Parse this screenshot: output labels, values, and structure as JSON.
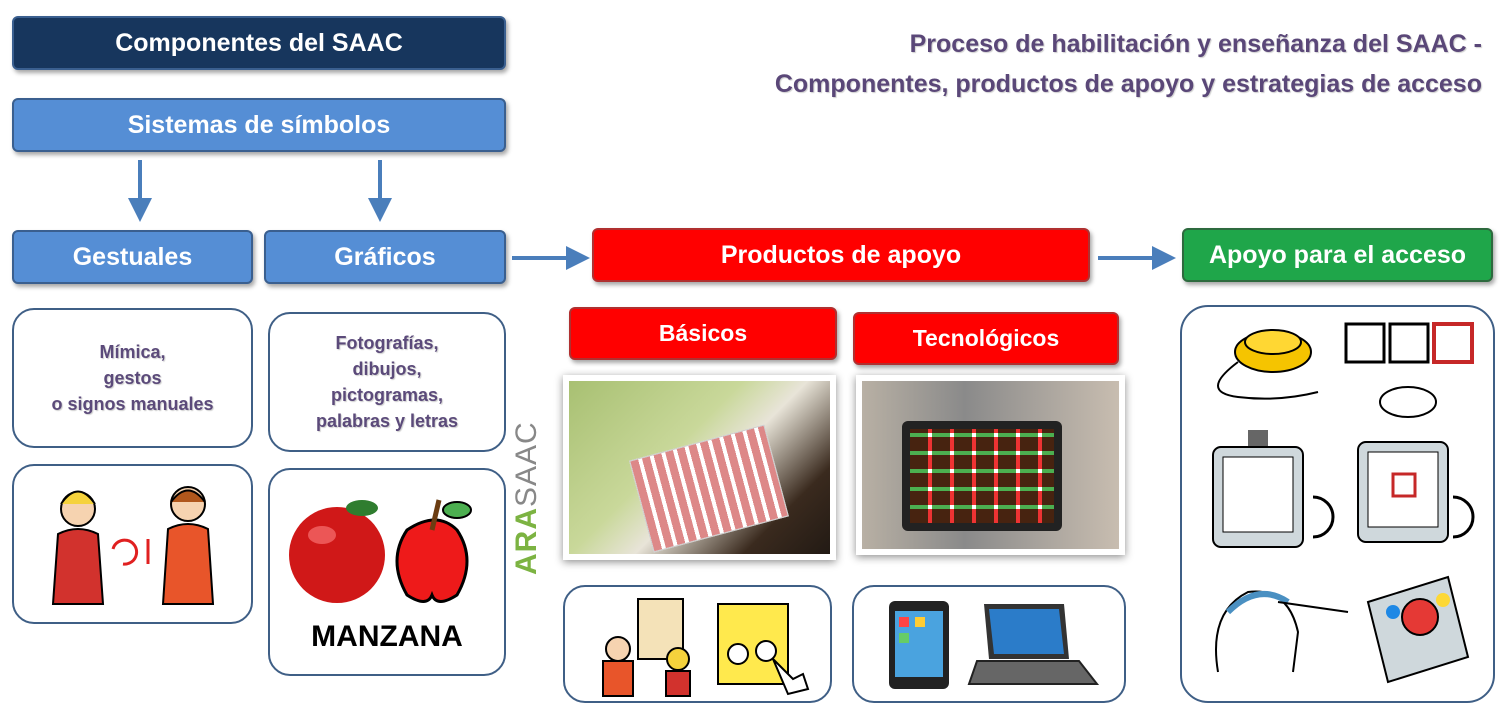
{
  "title": {
    "line1": "Proceso de habilitación y enseñanza del SAAC -",
    "line2": "Componentes, productos de apoyo y estrategias de acceso"
  },
  "components_header": "Componentes del SAAC",
  "symbol_systems": "Sistemas de símbolos",
  "gestural": {
    "label": "Gestuales",
    "description": [
      "Mímica,",
      "gestos",
      "o signos manuales"
    ]
  },
  "graphic": {
    "label": "Gráficos",
    "description": [
      "Fotografías,",
      "dibujos,",
      "pictogramas,",
      "palabras y letras"
    ],
    "example_word": "MANZANA"
  },
  "support_products": {
    "label": "Productos de apoyo",
    "basic": "Básicos",
    "technological": "Tecnológicos"
  },
  "access_support": "Apoyo para el acceso",
  "logo_text": {
    "part1": "ARA",
    "part2": "SAAC"
  },
  "colors": {
    "navy": "#17365d",
    "blue": "#558ed5",
    "red": "#ff0000",
    "green": "#1fa64a",
    "text_purple": "#5a4778",
    "arrow": "#4a7ebb"
  }
}
